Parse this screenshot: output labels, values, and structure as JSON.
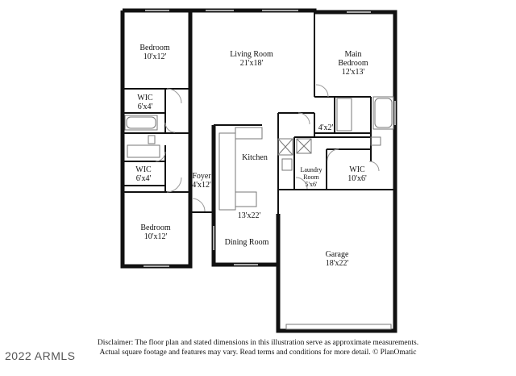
{
  "rooms": {
    "bedroom_top": {
      "name": "Bedroom",
      "size": "10'x12'"
    },
    "living_room": {
      "name": "Living Room",
      "size": "21'x18'"
    },
    "main_bedroom": {
      "name": "Main Bedroom",
      "size": "12'x13'"
    },
    "wic_top": {
      "name": "WIC",
      "size": "6'x4'"
    },
    "closet_4x2": {
      "name": "",
      "size": "4'x2'"
    },
    "kitchen": {
      "name": "Kitchen",
      "size": ""
    },
    "laundry": {
      "name": "Laundry Room",
      "size": "5'x6'"
    },
    "wic_main": {
      "name": "WIC",
      "size": "10'x6'"
    },
    "wic_bottom": {
      "name": "WIC",
      "size": "6'x4'"
    },
    "foyer": {
      "name": "Foyer",
      "size": "4'x12'"
    },
    "kitchen_dining_size": {
      "name": "",
      "size": "13'x22'"
    },
    "bedroom_bottom": {
      "name": "Bedroom",
      "size": "10'x12'"
    },
    "dining": {
      "name": "Dining Room",
      "size": ""
    },
    "garage": {
      "name": "Garage",
      "size": "18'x22'"
    }
  },
  "disclaimer": {
    "line1": "Disclaimer: The floor plan and stated dimensions in this illustration serve as approximate measurements.",
    "line2": "Actual square footage and features may vary. Read terms and conditions for more detail. © PlanOmatic"
  },
  "watermark": "2022 ARMLS",
  "colors": {
    "wall": "#111111",
    "fixture": "#777777",
    "window": "#aaaaaa"
  }
}
